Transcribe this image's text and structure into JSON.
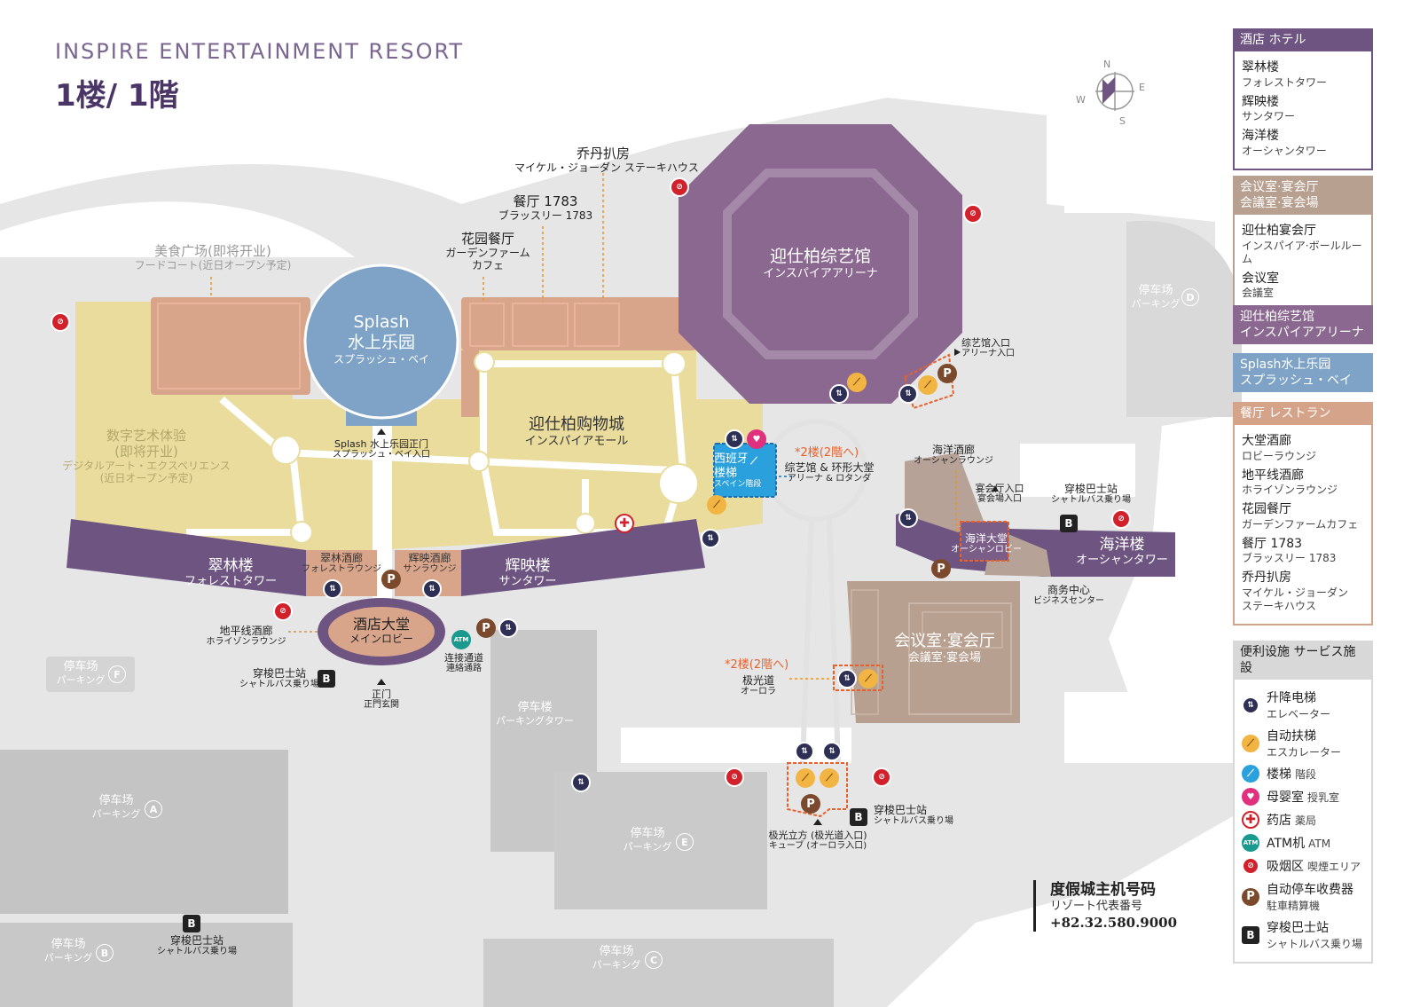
{
  "header": {
    "title_en": "INSPIRE ENTERTAINMENT RESORT",
    "floor": "1楼/ 1階"
  },
  "compass": {
    "n": "N",
    "e": "E",
    "s": "S",
    "w": "W"
  },
  "colors": {
    "hotel": "#7a5e88",
    "meeting": "#b8a090",
    "arena": "#8a6890",
    "splash": "#7ea3c6",
    "dining": "#d4a38a",
    "mall": "#e8dc9e",
    "road": "#e4e4e4",
    "parking": "#c8c8c8",
    "accent": "#e8612c"
  },
  "places": {
    "arena": {
      "zh": "迎仕柏综艺馆",
      "ja": "インスパイアアリーナ"
    },
    "splash": {
      "zh1": "Splash",
      "zh2": "水上乐园",
      "ja": "スプラッシュ・ベイ"
    },
    "mall": {
      "zh": "迎仕柏购物城",
      "ja": "インスパイアモール"
    },
    "food_court": {
      "zh": "美食广场(即将开业)",
      "ja": "フードコート(近日オープン予定)"
    },
    "digital_art": {
      "zh1": "数字艺术体验",
      "zh2": "(即将开业)",
      "ja1": "デジタルアート・エクスペリエンス",
      "ja2": "(近日オープン予定)"
    },
    "jordan": {
      "zh": "乔丹扒房",
      "ja": "マイケル・ジョーダン ステーキハウス"
    },
    "brasserie": {
      "zh": "餐厅 1783",
      "ja": "ブラッスリー 1783"
    },
    "garden": {
      "zh": "花园餐厅",
      "ja1": "ガーデンファーム",
      "ja2": "カフェ"
    },
    "forest_tower": {
      "zh": "翠林楼",
      "ja": "フォレストタワー"
    },
    "sun_tower": {
      "zh": "辉映楼",
      "ja": "サンタワー"
    },
    "ocean_tower": {
      "zh": "海洋楼",
      "ja": "オーシャンタワー"
    },
    "forest_lounge": {
      "zh": "翠林酒廊",
      "ja": "フォレストラウンジ"
    },
    "sun_lounge": {
      "zh": "辉映酒廊",
      "ja": "サンラウンジ"
    },
    "main_lobby": {
      "zh": "酒店大堂",
      "ja": "メインロビー"
    },
    "horizon": {
      "zh": "地平线酒廊",
      "ja": "ホライゾンラウンジ"
    },
    "splash_gate": {
      "zh": "Splash 水上乐园正门",
      "ja": "スプラッシュ・ベイ入口"
    },
    "spain_stairs": {
      "zh1": "西班牙",
      "zh2": "楼梯",
      "ja": "スペイン階段"
    },
    "to_2f_a": "*2楼(2階へ)",
    "arena_rotunda": {
      "zh": "综艺馆 & 环形大堂",
      "ja": "アリーナ & ロタンダ"
    },
    "arena_entrance": {
      "zh": "综艺馆入口",
      "ja": "アリーナ入口"
    },
    "ocean_lounge": {
      "zh": "海洋酒廊",
      "ja": "オーシャンラウンジ"
    },
    "banquet_entrance": {
      "zh": "宴会厅入口",
      "ja": "宴会場入口"
    },
    "shuttle": {
      "zh": "穿梭巴士站",
      "ja": "シャトルバス乗り場"
    },
    "ocean_lobby": {
      "zh": "海洋大堂",
      "ja": "オーシャンロビー"
    },
    "business": {
      "zh": "商务中心",
      "ja": "ビジネスセンター"
    },
    "meeting": {
      "zh": "会议室·宴会厅",
      "ja": "会議室·宴会場"
    },
    "to_2f_b": "*2楼(2階へ)",
    "aurora": {
      "zh": "极光道",
      "ja": "オーロラ"
    },
    "connect": {
      "zh": "连接通道",
      "ja": "連絡通路"
    },
    "main_gate": {
      "zh": "正门",
      "ja": "正門玄関"
    },
    "cube": {
      "zh": "极光立方 (极光道入口)",
      "ja": "キューブ (オーロラ入口)"
    },
    "parking_label": {
      "zh": "停车场",
      "ja": "パーキング"
    },
    "parking_tower": {
      "zh": "停车楼",
      "ja": "パーキングタワー"
    },
    "parking_letters": [
      "A",
      "B",
      "C",
      "D",
      "E",
      "F"
    ]
  },
  "icon_text": {
    "elevator": "⇅",
    "escalator": "⟋",
    "stairs": "⟋",
    "nursing": "♥",
    "pharmacy": "✚",
    "atm": "ATM",
    "smoking": "⊘",
    "parking": "P",
    "bus": "B"
  },
  "legend": {
    "hotel": {
      "title": "酒店 ホテル",
      "items": [
        {
          "zh": "翠林楼",
          "ja": "フォレストタワー"
        },
        {
          "zh": "辉映楼",
          "ja": "サンタワー"
        },
        {
          "zh": "海洋楼",
          "ja": "オーシャンタワー"
        }
      ]
    },
    "meeting": {
      "title1": "会议室·宴会厅",
      "title2": "会議室·宴会場",
      "items": [
        {
          "zh": "迎仕柏宴会厅",
          "ja": "インスパイア·ボールルーム"
        },
        {
          "zh": "会议室",
          "ja": "会議室"
        }
      ]
    },
    "arena": {
      "title1": "迎仕柏综艺馆",
      "title2": "インスパイアアリーナ"
    },
    "splash": {
      "title1": "Splash水上乐园",
      "title2": "スプラッシュ・ベイ"
    },
    "dining": {
      "title": "餐厅 レストラン",
      "items": [
        {
          "zh": "大堂酒廊",
          "ja": "ロビーラウンジ"
        },
        {
          "zh": "地平线酒廊",
          "ja": "ホライゾンラウンジ"
        },
        {
          "zh": "花园餐厅",
          "ja": "ガーデンファームカフェ"
        },
        {
          "zh": "餐厅 1783",
          "ja": "ブラッスリー 1783"
        },
        {
          "zh": "乔丹扒房",
          "ja1": "マイケル・ジョーダン",
          "ja2": "ステーキハウス"
        }
      ]
    },
    "services": {
      "title": "便利设施 サービス施設",
      "items": [
        {
          "icon": "elevator",
          "zh": "升降电梯",
          "ja": "エレベーター",
          "wrap": true
        },
        {
          "icon": "escalator",
          "zh": "自动扶梯",
          "ja": "エスカレーター",
          "wrap": true
        },
        {
          "icon": "stairs",
          "zh": "楼梯",
          "ja": "階段"
        },
        {
          "icon": "nursing",
          "zh": "母婴室",
          "ja": "授乳室"
        },
        {
          "icon": "pharmacy",
          "zh": "药店",
          "ja": "薬局"
        },
        {
          "icon": "atm",
          "zh": "ATM机",
          "ja": "ATM"
        },
        {
          "icon": "smoking",
          "zh": "吸烟区",
          "ja": "喫煙エリア"
        },
        {
          "icon": "parking",
          "zh": "自动停车收费器",
          "ja": "駐車精算機",
          "wrap": true
        },
        {
          "icon": "bus",
          "zh": "穿梭巴士站",
          "ja": "シャトルバス乗り場",
          "wrap": true
        }
      ]
    }
  },
  "hotline": {
    "zh": "度假城主机号码",
    "ja": "リゾート代表番号",
    "number": "+82.32.580.9000"
  }
}
